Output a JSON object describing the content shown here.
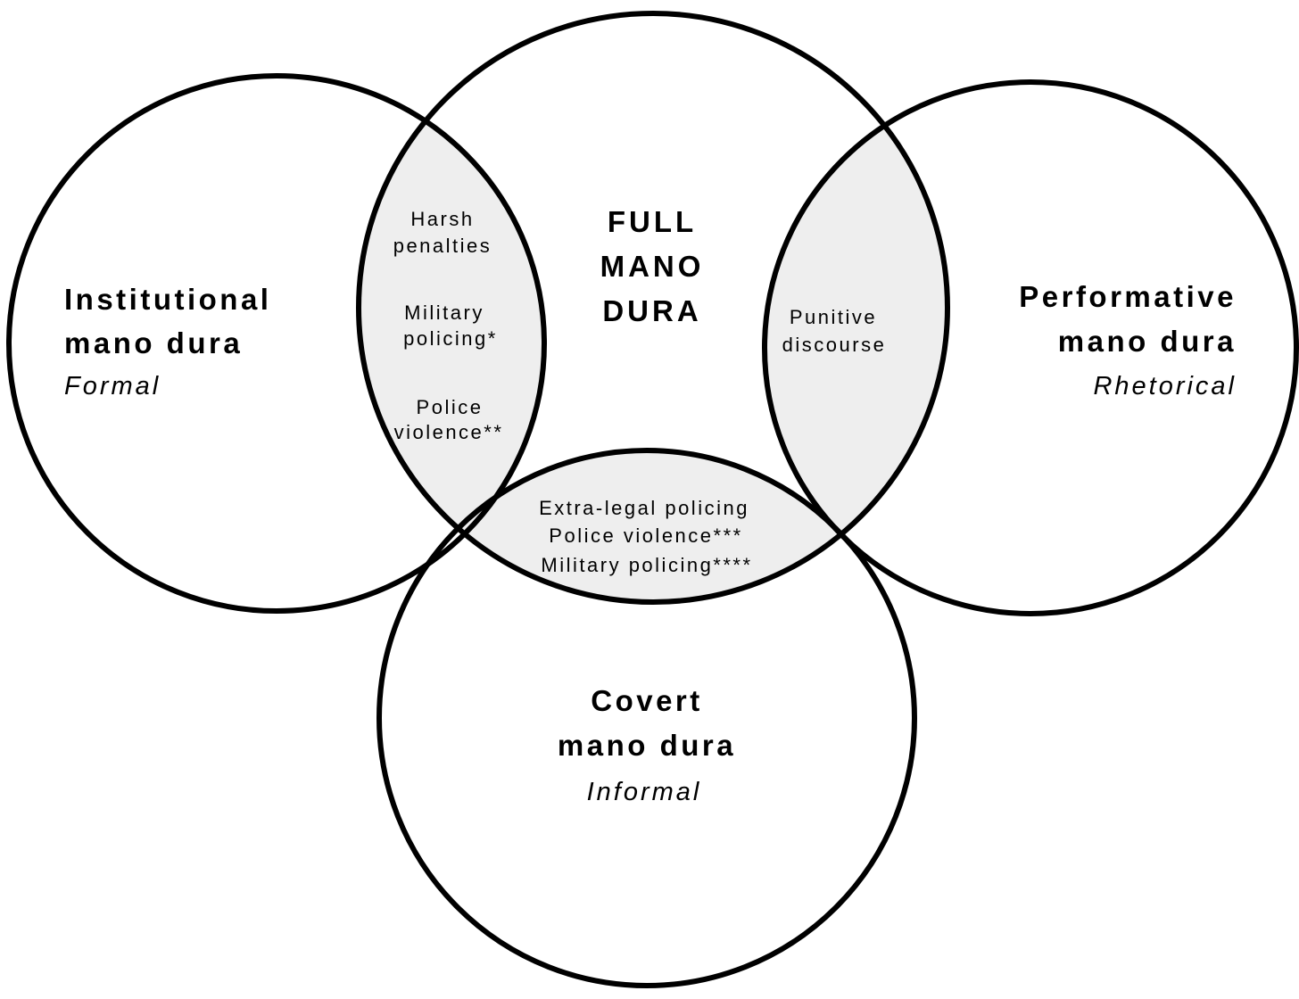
{
  "colors": {
    "stroke": "#000000",
    "overlap_fill": "#eeeeee",
    "background": "#ffffff"
  },
  "center": {
    "line1": "FULL",
    "line2": "MANO",
    "line3": "DURA"
  },
  "circles": {
    "institutional": {
      "title_line1": "Institutional",
      "title_line2": "mano dura",
      "subtitle": "Formal"
    },
    "performative": {
      "title_line1": "Performative",
      "title_line2": "mano dura",
      "subtitle": "Rhetorical"
    },
    "covert": {
      "title_line1": "Covert",
      "title_line2": "mano dura",
      "subtitle": "Informal"
    }
  },
  "overlaps": {
    "institutional_full": {
      "item1_line1": "Harsh",
      "item1_line2": "penalties",
      "item2_line1": "Military",
      "item2_line2": "policing*",
      "item3_line1": "Police",
      "item3_line2": "violence**"
    },
    "performative_full": {
      "item1_line1": "Punitive",
      "item1_line2": "discourse"
    },
    "covert_full": {
      "item1": "Extra-legal policing",
      "item2": "Police violence***",
      "item3": "Military policing****"
    }
  }
}
